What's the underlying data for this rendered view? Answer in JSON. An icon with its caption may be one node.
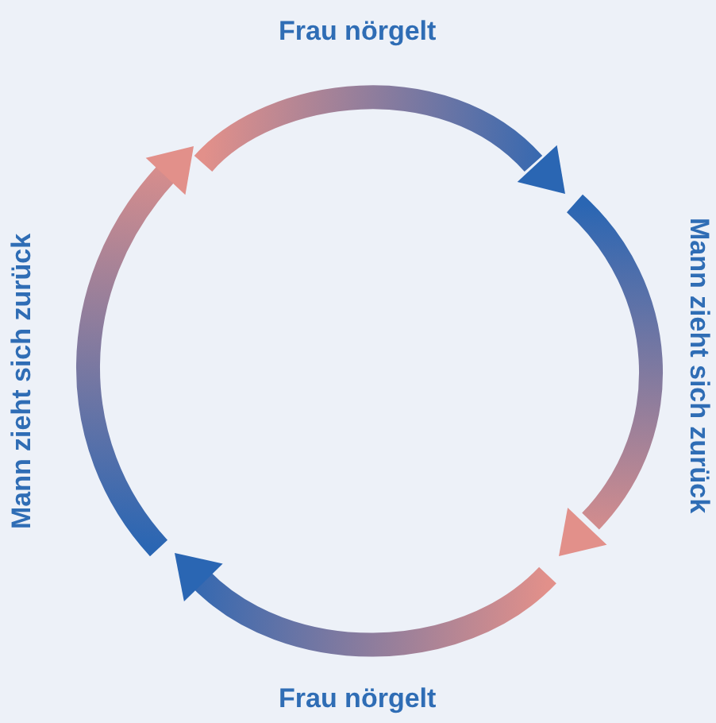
{
  "diagram": {
    "labels": [
      "Frau nörgelt",
      "Mann zieht sich zurück",
      "Frau nörgelt",
      "Mann zieht sich zurück"
    ]
  }
}
